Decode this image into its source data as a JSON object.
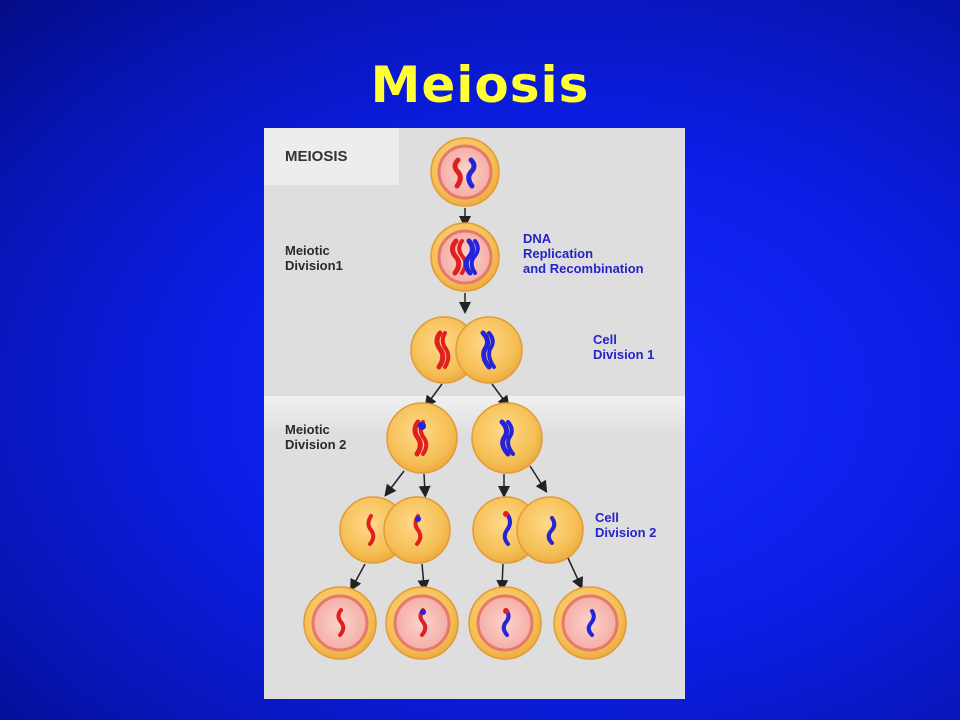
{
  "slide": {
    "title": "Meiosis"
  },
  "diagram": {
    "title": "MEIOSIS",
    "stages": {
      "meiotic_division_1": "Meiotic\nDivision1",
      "meiotic_division_2": "Meiotic\nDivision 2"
    },
    "steps": {
      "dna_replication": "DNA\nReplication\nand Recombination",
      "cell_division_1": "Cell\nDivision 1",
      "cell_division_2": "Cell\nDivision 2"
    },
    "colors": {
      "slide_background": "#0c1ee6",
      "title": "#ffff33",
      "panel": "#dedede",
      "cell_fill": "#f5c05a",
      "cell_outline": "#e8a640",
      "nucleus_fill": "#f7b9b2",
      "nucleus_ring": "#e57a6a",
      "maternal_chromosome": "#e02020",
      "paternal_chromosome": "#2424d8",
      "step_label": "#2424c8"
    }
  }
}
